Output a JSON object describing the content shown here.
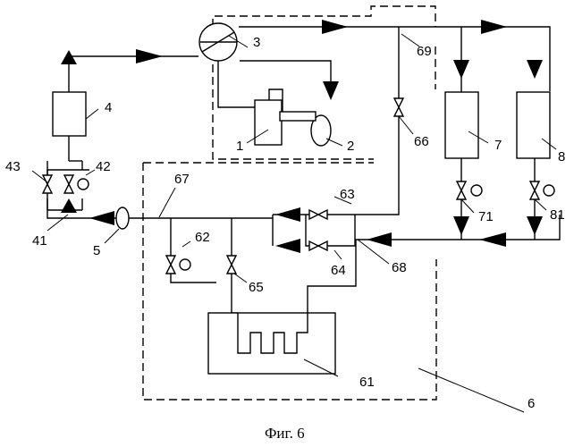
{
  "caption": "Фиг. 6",
  "labels": {
    "c1": "1",
    "c2": "2",
    "c3": "3",
    "c4": "4",
    "c5": "5",
    "c6": "6",
    "c7": "7",
    "c8": "8",
    "c41": "41",
    "c42": "42",
    "c43": "43",
    "c61": "61",
    "c62": "62",
    "c63": "63",
    "c64": "64",
    "c65": "65",
    "c66": "66",
    "c67": "67",
    "c68": "68",
    "c69": "69",
    "c71": "71",
    "c81": "81"
  }
}
